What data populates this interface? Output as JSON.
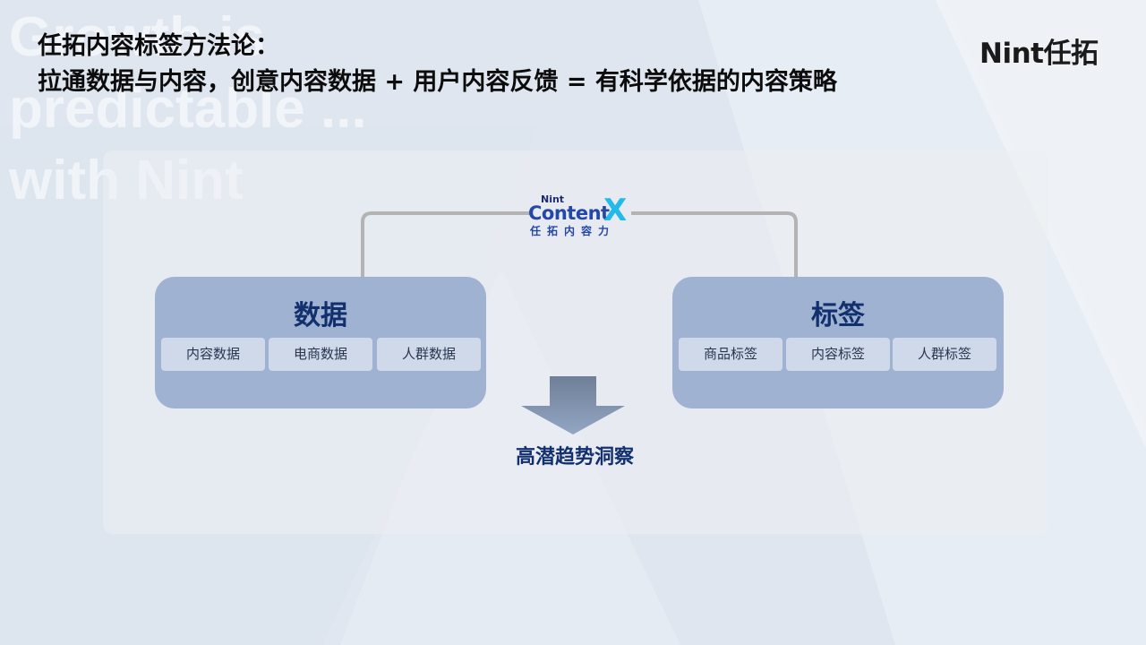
{
  "watermark": {
    "lines": [
      "Growth is",
      "predictable ...",
      "with Nint"
    ]
  },
  "header": {
    "title_line1": "任拓内容标签方法论：",
    "title_line2": "拉通数据与内容，创意内容数据 + 用户内容反馈 = 有科学依据的内容策略"
  },
  "brand": {
    "logo_text": "Nint任拓"
  },
  "center_logo": {
    "small": "Nint",
    "main": "Content",
    "x": "X",
    "sub": "任拓内容力"
  },
  "left_box": {
    "title": "数据",
    "chips": [
      "内容数据",
      "电商数据",
      "人群数据"
    ]
  },
  "right_box": {
    "title": "标签",
    "chips": [
      "商品标签",
      "内容标签",
      "人群标签"
    ]
  },
  "result": {
    "label": "高潜趋势洞察"
  },
  "colors": {
    "box_fill": "#9fb2d1",
    "chip_fill": "#cfd9ea",
    "title_blue": "#13306e",
    "accent_cyan": "#23b9e8"
  }
}
